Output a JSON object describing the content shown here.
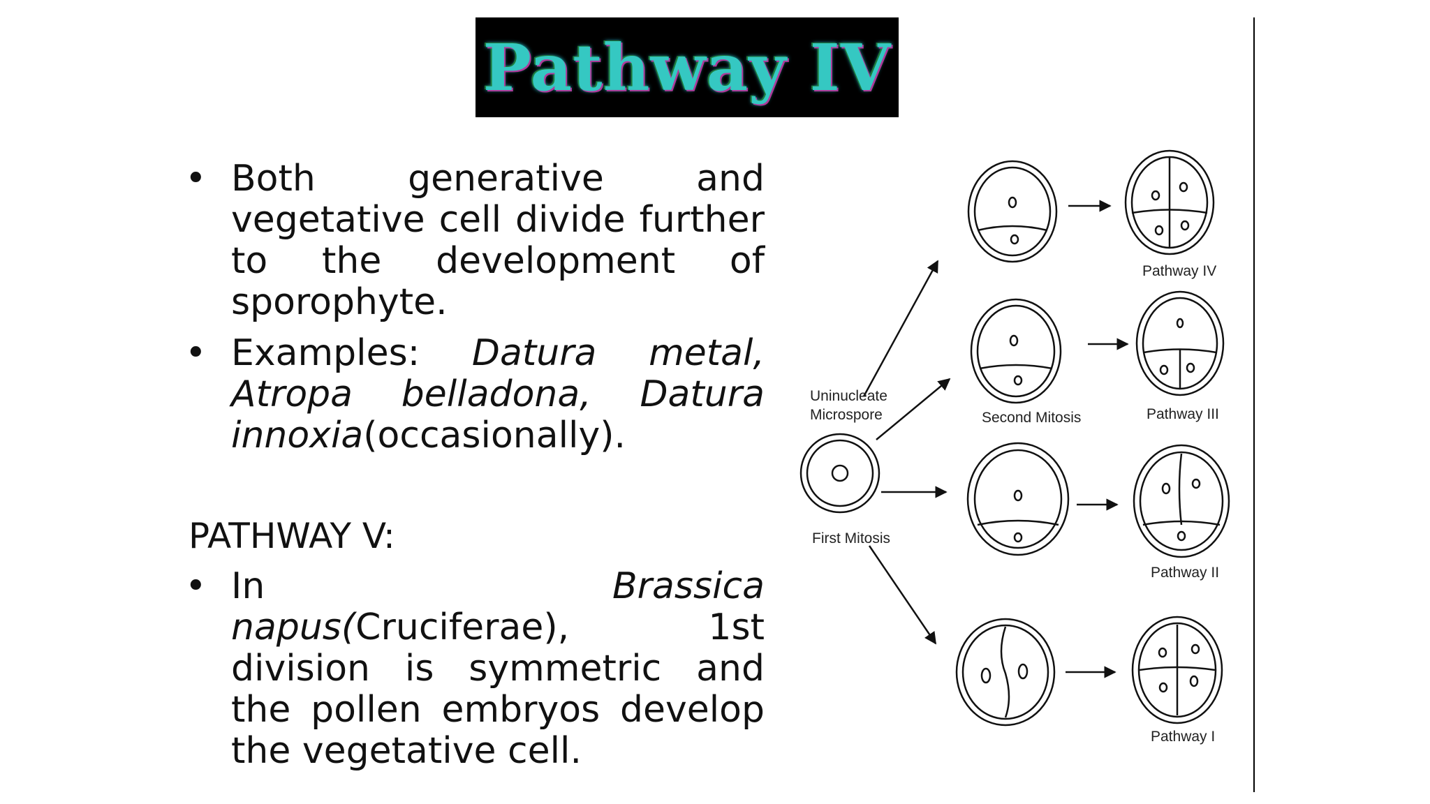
{
  "title": "Pathway IV",
  "pathway_iv": {
    "bullets": [
      {
        "segments": [
          {
            "text": "Both generative and vegetative cell divide further to the development of sporophyte.",
            "italic": false
          }
        ]
      },
      {
        "segments": [
          {
            "text": "Examples: ",
            "italic": false
          },
          {
            "text": "Datura metal, Atropa belladona, Datura innoxia",
            "italic": true
          },
          {
            "text": "(occasionally).",
            "italic": false
          }
        ]
      }
    ]
  },
  "pathway_v": {
    "heading": "PATHWAY V:",
    "bullets": [
      {
        "segments": [
          {
            "text": "In ",
            "italic": false
          },
          {
            "text": "Brassica napus(",
            "italic": true
          },
          {
            "text": "Cruciferae), 1st division is symmetric and the pollen embryos develop the vegetative cell.",
            "italic": false
          }
        ]
      }
    ]
  },
  "diagram": {
    "labels": {
      "uninucleate_line1": "Uninucleate",
      "uninucleate_line2": "Microspore",
      "first_mitosis": "First Mitosis",
      "second_mitosis": "Second Mitosis",
      "pathway_iv": "Pathway IV",
      "pathway_iii": "Pathway III",
      "pathway_ii": "Pathway II",
      "pathway_i": "Pathway I"
    }
  }
}
